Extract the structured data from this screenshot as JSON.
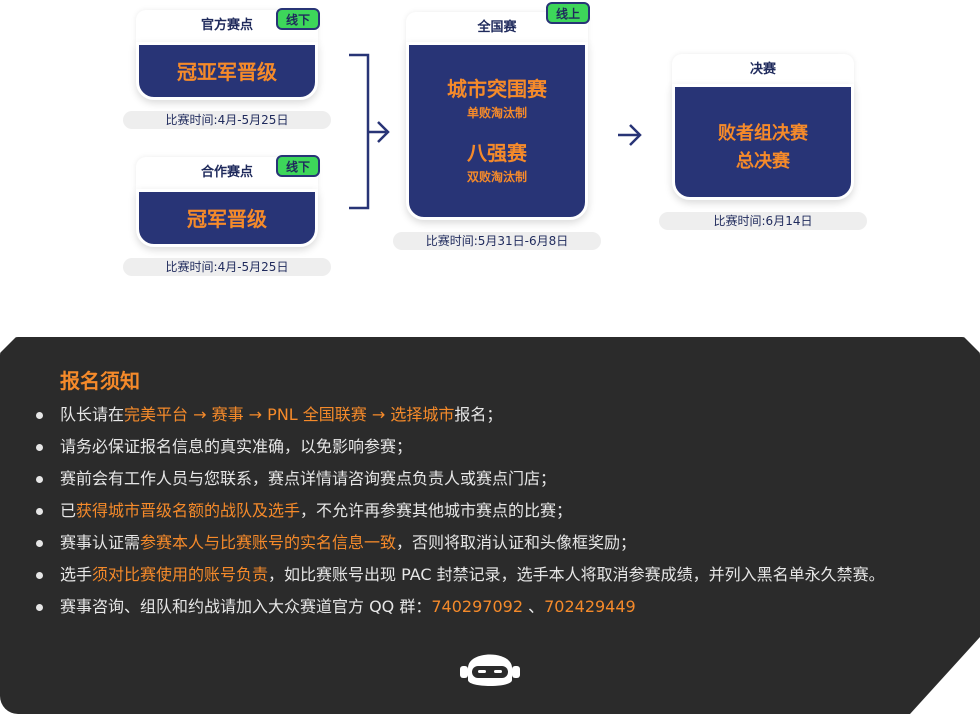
{
  "stages": {
    "official": {
      "title": "官方赛点",
      "badge": "线下",
      "name": "冠亚军晋级",
      "date": "比赛时间:4月-5月25日"
    },
    "partner": {
      "title": "合作赛点",
      "badge": "线下",
      "name": "冠军晋级",
      "date": "比赛时间:4月-5月25日"
    },
    "national": {
      "title": "全国赛",
      "badge": "线上",
      "round1_name": "城市突围赛",
      "round1_format": "单败淘汰制",
      "round2_name": "八强赛",
      "round2_format": "双败淘汰制",
      "date": "比赛时间:5月31日-6月8日"
    },
    "final": {
      "title": "决赛",
      "line1": "败者组决赛",
      "line2": "总决赛",
      "date": "比赛时间:6月14日"
    }
  },
  "notice": {
    "title": "报名须知",
    "items": [
      {
        "parts": [
          {
            "t": "队长请在",
            "h": false
          },
          {
            "t": "完美平台 → 赛事 → PNL 全国联赛 → 选择城市",
            "h": true
          },
          {
            "t": "报名；",
            "h": false
          }
        ]
      },
      {
        "parts": [
          {
            "t": "请务必保证报名信息的真实准确，以免影响参赛；",
            "h": false
          }
        ]
      },
      {
        "parts": [
          {
            "t": "赛前会有工作人员与您联系，赛点详情请咨询赛点负责人或赛点门店；",
            "h": false
          }
        ]
      },
      {
        "parts": [
          {
            "t": "已",
            "h": false
          },
          {
            "t": "获得城市晋级名额的战队及选手",
            "h": true
          },
          {
            "t": "，不允许再参赛其他城市赛点的比赛；",
            "h": false
          }
        ]
      },
      {
        "parts": [
          {
            "t": "赛事认证需",
            "h": false
          },
          {
            "t": "参赛本人与比赛账号的实名信息一致",
            "h": true
          },
          {
            "t": "，否则将取消认证和头像框奖励；",
            "h": false
          }
        ]
      },
      {
        "parts": [
          {
            "t": "选手",
            "h": false
          },
          {
            "t": "须对比赛使用的账号负责",
            "h": true
          },
          {
            "t": "，如比赛账号出现 PAC 封禁记录，选手本人将取消参赛成绩，并列入黑名单永久禁赛。",
            "h": false
          }
        ]
      },
      {
        "parts": [
          {
            "t": "赛事咨询、组队和约战请加入大众赛道官方 QQ 群：",
            "h": false
          },
          {
            "t": "740297092",
            "h": true
          },
          {
            "t": " 、",
            "h": false
          },
          {
            "t": "702429449",
            "h": true
          }
        ]
      }
    ]
  }
}
